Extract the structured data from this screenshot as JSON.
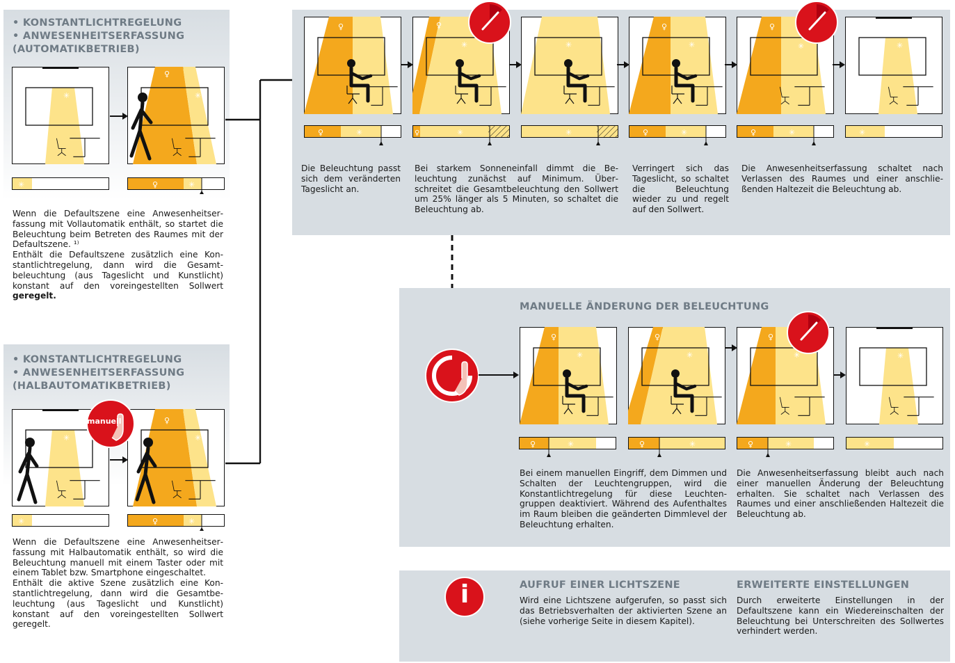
{
  "colors": {
    "dark_yellow": "#f4a81d",
    "light_yellow": "#fde38a",
    "pale_yellow": "#fff0b8",
    "panel_gray": "#d7dde2",
    "red": "#d9121b",
    "heading_gray": "#6f7b85"
  },
  "auto_section": {
    "heading_lines": [
      "• KONSTANTLICHTREGELUNG",
      "• ANWESENHEITSERFASSUNG",
      "(AUTOMATIKBETRIEB)"
    ],
    "text_p1": "Wenn die Defaultszene eine Anwesenheitser­fassung mit Vollautomatik enthält, so startet die Beleuchtung beim Betreten des Raumes mit der Defaultszene. ¹⁾",
    "text_p2": "Enthält die Defaultszene zusätzlich eine Kon­stantlichtregelung, dann wird die Gesamt­beleuchtung (aus Tageslicht und Kunstlicht) konstant auf den voreingestellten Sollwert",
    "text_p2_bold": "geregelt."
  },
  "semi_section": {
    "heading_lines": [
      "• KONSTANTLICHTREGELUNG",
      "• ANWESENHEITSERFASSUNG",
      "(HALBAUTOMATIKBETRIEB)"
    ],
    "manual_badge_label": "manuell",
    "text_p1": "Wenn die Defaultszene eine Anwesenheitser­fassung mit Halbautomatik enthält, so wird die Beleuchtung manuell mit einem Taster oder mit einem Tablet bzw. Smartphone einge­schaltet.",
    "text_p2": "Enthält die aktive Szene zusätzlich eine Kon­stantlichtregelung, dann wird die Gesamtbe­leuchtung (aus Tageslicht und Kunstlicht) konstant auf den voreingestellten Sollwert geregelt."
  },
  "top_panel": {
    "captions": [
      "Die Beleuchtung passt sich dem verän­derten Tageslicht an.",
      "Bei starkem Sonneneinfall dimmt die Be­leuchtung zunächst auf Minimum. Über­schreitet die Gesamtbeleuchtung den Sollwert um 25% länger als 5 Minuten, so schaltet die Beleuchtung ab.",
      "Verringert sich das Tageslicht, so schal­tet die Beleuchtung wieder zu und regelt auf den Sollwert.",
      "Die Anwesenheitserfassung schaltet nach Verlassen des Raumes und einer anschlie­ßenden Haltezeit die Beleuchtung ab."
    ]
  },
  "manual_panel": {
    "heading": "MANUELLE ÄNDERUNG DER BELEUCHTUNG",
    "caption_left": "Bei einem manuellen Eingriff, dem Dimmen und Schalten der Leuchtengruppen, wird die Konstantlichtregelung für diese Leuchten­gruppen deaktiviert. Während des Aufenthal­tes im Raum bleiben die geänderten Dimm­level der Beleuchtung erhalten.",
    "caption_right": "Die Anwesenheitserfassung bleibt auch nach einer manuellen Änderung der Beleuchtung erhalten. Sie schaltet nach Verlassen des Raumes und einer anschließenden Haltezeit die Beleuchtung ab."
  },
  "info_panel": {
    "heading_left": "AUFRUF EINER LICHTSZENE",
    "text_left": "Wird eine Lichtszene aufgerufen, so passt sich das Betriebsverhalten der aktivierten Szene an (siehe vorherige Seite in diesem Kapitel).",
    "heading_right": "ERWEITERTE EINSTELLUNGEN",
    "text_right": "Durch erweiterte Einstellungen in der Defaultszene kann ein Wiedereinschalten der Beleuchtung bei Unterschreiten des Sollwer­tes verhindert werden.",
    "icon_glyph": "i"
  }
}
